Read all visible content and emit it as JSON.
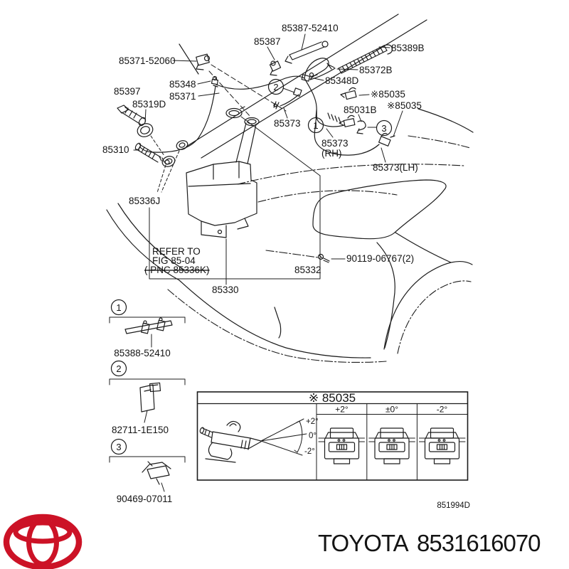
{
  "page": {
    "background": "#ffffff",
    "ink_color": "#1c1c1c"
  },
  "diagram": {
    "callouts": [
      "85387-52410",
      "85387",
      "85389B",
      "85371-52060",
      "85372B",
      "85348D",
      "85348",
      "※85035",
      "85371",
      "85397",
      "※85035",
      "85319D",
      "85031B",
      "85373",
      "85373",
      "(RH)",
      "85373(LH)",
      "85310",
      "85336J",
      "REFER TO",
      "FIG 85-04",
      "( PNC 85336K)",
      "85332",
      "90119-06767(2)",
      "85330"
    ],
    "markers": [
      "1",
      "2",
      "3"
    ]
  },
  "legend": {
    "items": [
      {
        "marker": "1",
        "part": "85388-52410"
      },
      {
        "marker": "2",
        "part": "82711-1E150"
      },
      {
        "marker": "3",
        "part": "90469-07011"
      }
    ]
  },
  "detail_box": {
    "title": "※ 85035",
    "column_headers": [
      "+2°",
      "±0°",
      "-2°"
    ],
    "fan_labels": [
      "+2°",
      "0°",
      "-2°"
    ]
  },
  "doc_code": "851994D",
  "footer": {
    "brand": "TOYOTA",
    "part_number": "8531616070",
    "logo": "toyota-emblem",
    "logo_color": "#cc1226"
  }
}
